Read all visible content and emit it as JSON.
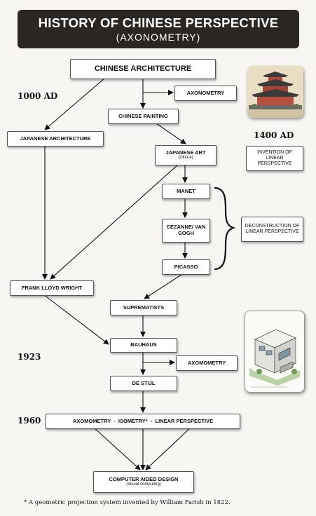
{
  "header": {
    "title": "HISTORY OF CHINESE PERSPECTIVE",
    "subtitle": "(AXONOMETRY)"
  },
  "years": {
    "y1000": "1000 AD",
    "y1400": "1400 AD",
    "y1923": "1923",
    "y1960": "1960"
  },
  "nodes": {
    "chinese_architecture": "CHINESE ARCHITECTURE",
    "axonometry_top": "AXONOMETRY",
    "chinese_painting": "CHINESE PAINTING",
    "japanese_architecture": "JAPANESE ARCHITECTURE",
    "japanese_art": "JAPANESE ART",
    "japanese_art_sub": "(Ukio-e)",
    "invention_linear": "INVENTION OF LINEAR PERSPECTIVE",
    "manet": "MANET",
    "cezanne": "CÉZANNE/ VAN GOGH",
    "picasso": "PICASSO",
    "deconstruction": "DECONSTRUCTION OF LINEAR PERSPECTIVE",
    "frank_lloyd_wright": "FRANK LLOYD WRIGHT",
    "suprematists": "SUPREMATISTS",
    "bauhaus": "BAUHAUS",
    "axomometry_mid": "AXOMOMETRY",
    "de_stijl": "DE STIJL",
    "projection_row": "AXOMOMETRY  -  ISOMETRY*  -  LINEAR PERSPECTIVE",
    "cad": "COMPUTER AIDED DESIGN",
    "cad_sub": "(Visual computing)"
  },
  "footnote": "* A geometric projection system invented by William Farish in 1822."
}
